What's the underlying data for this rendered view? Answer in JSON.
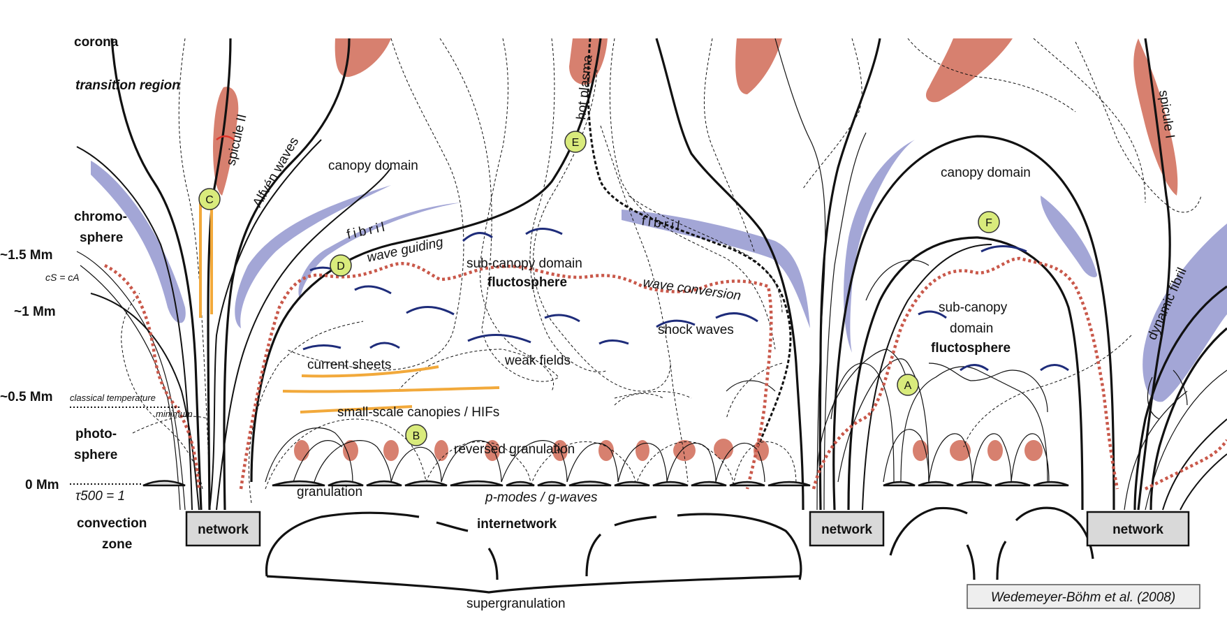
{
  "heights": {
    "corona": "corona",
    "transition_region": "transition region",
    "chromosphere_l1": "chromo-",
    "chromosphere_l2": "sphere",
    "mm_15": "~1.5 Mm",
    "mm_1": "~1 Mm",
    "mm_05": "~0.5 Mm",
    "classical_l1": "classical temperature",
    "classical_l2": "minimum",
    "photosphere_l1": "photo-",
    "photosphere_l2": "sphere",
    "mm_0": "0 Mm",
    "tau": "τ500 = 1",
    "convection_l1": "convection",
    "convection_l2": "zone",
    "cs_ca": "cS = cA"
  },
  "labels": {
    "spicule_ii": "spicule II",
    "alfven": "Alfvén waves",
    "canopy_left": "canopy domain",
    "fibril_left": "fibril",
    "wave_guiding": "wave guiding",
    "hot_plasma": "hot plasma",
    "subcanopy_left": "sub-canopy domain",
    "fluctosphere_left": "fluctosphere",
    "fibril_mid": "fibril",
    "wave_conversion": "wave conversion",
    "shock_waves": "shock waves",
    "weak_fields": "weak fields",
    "current_sheets": "current sheets",
    "small_scale": "small-scale canopies  /  HIFs",
    "reversed_gran": "reversed granulation",
    "granulation": "granulation",
    "pmodes": "p-modes / g-waves",
    "internetwork": "internetwork",
    "supergranulation": "supergranulation",
    "canopy_right": "canopy domain",
    "subcanopy_right_l1": "sub-canopy",
    "subcanopy_right_l2": "domain",
    "fluctosphere_right": "fluctosphere",
    "spicule_i": "spicule I",
    "dynamic_fibril": "dynamic fibril"
  },
  "network_boxes": [
    "network",
    "network",
    "network"
  ],
  "markers": [
    "A",
    "B",
    "C",
    "D",
    "E",
    "F"
  ],
  "citation": "Wedemeyer-Böhm et al. (2008)",
  "colors": {
    "fibril": "#a3a6d6",
    "spicule": "#d7806f",
    "cs_ca_line": "#c9584a",
    "waves": "#1e2c7a",
    "current_sheets": "#f2a93b",
    "markers": "#d9eb7c"
  }
}
